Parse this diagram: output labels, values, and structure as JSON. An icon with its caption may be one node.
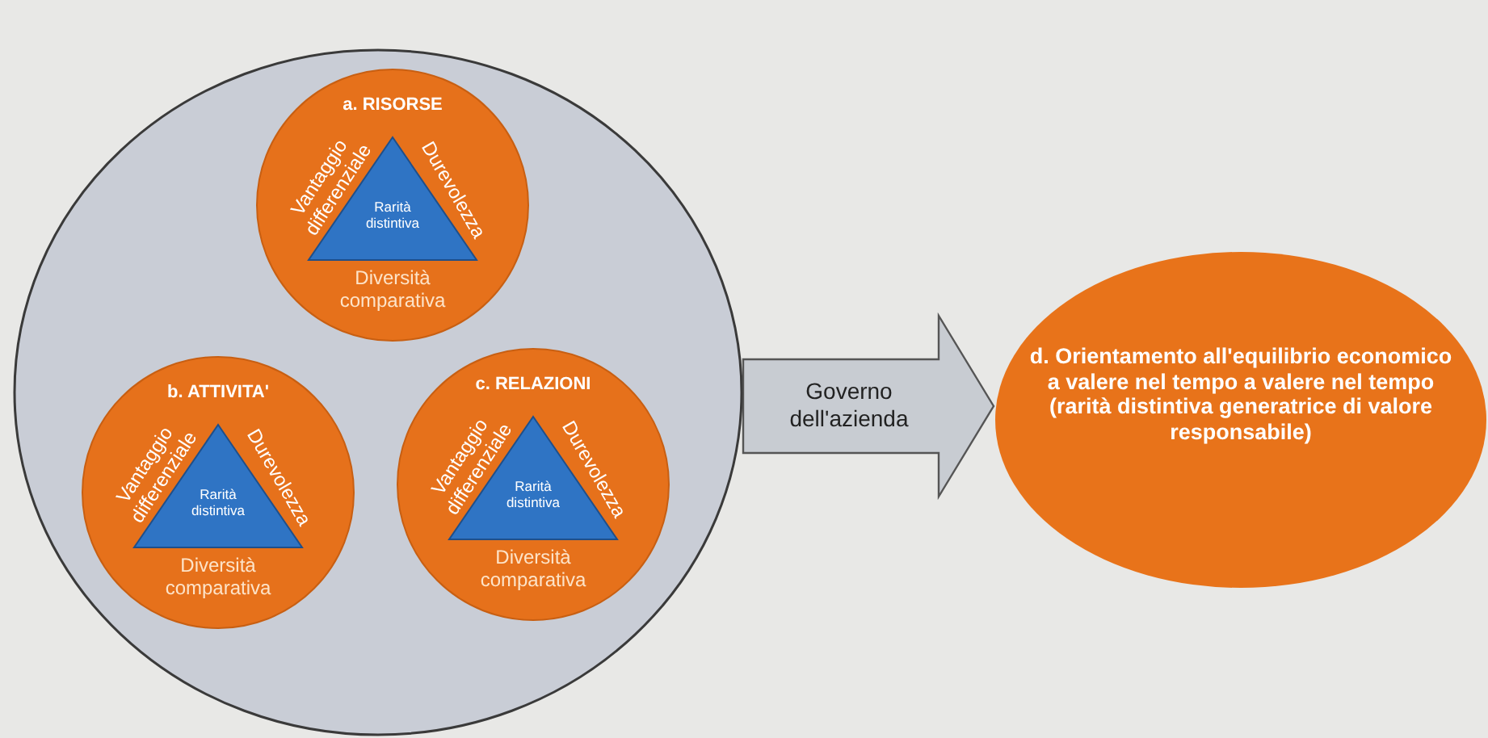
{
  "diagram": {
    "nodes": [
      {
        "text": [],
        "shape": "circle"
      },
      {
        "text": [
          "a. RISORSE",
          "Vantaggio differenziale",
          "Durevolezza",
          "Diversità comparativa"
        ],
        "in": 0
      },
      {
        "text": [
          "Rarità distintiva"
        ],
        "in": 1
      },
      {
        "text": [
          "b. ATTIVITA'",
          "Vantaggio differenziale",
          "Durevolezza",
          "Diversità comparativa"
        ],
        "in": 0
      },
      {
        "text": [
          "Rarità distintiva"
        ],
        "in": 3
      },
      {
        "text": [
          "c. RELAZIONI",
          "Vantaggio differenziale",
          "Durevolezza",
          "Diversità comparativa"
        ],
        "in": 0
      },
      {
        "text": [
          "Rarità distintiva"
        ],
        "in": 5
      },
      {
        "text": [
          "d. Orientamento all'equilibrio economico a valere nel tempo a valere nel tempo (rarità distintiva generatrice di valore responsabile)"
        ]
      }
    ],
    "edges": [
      {
        "from": 0,
        "to": 7,
        "label": "Governo dell'azienda",
        "arrow": "to"
      }
    ]
  }
}
